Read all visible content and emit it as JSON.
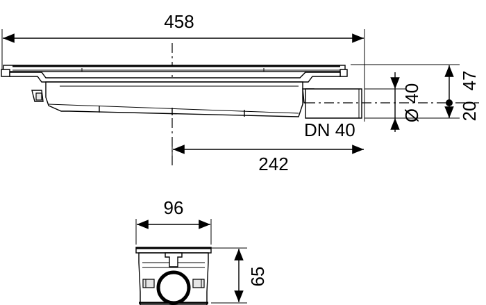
{
  "drawing": {
    "overall_length": "458",
    "outlet_offset": "242",
    "outlet_diameter": "Ø 40",
    "outlet_label": "DN 40",
    "height_upper": "47",
    "height_lower": "20",
    "cross_width": "96",
    "cross_height": "65"
  }
}
